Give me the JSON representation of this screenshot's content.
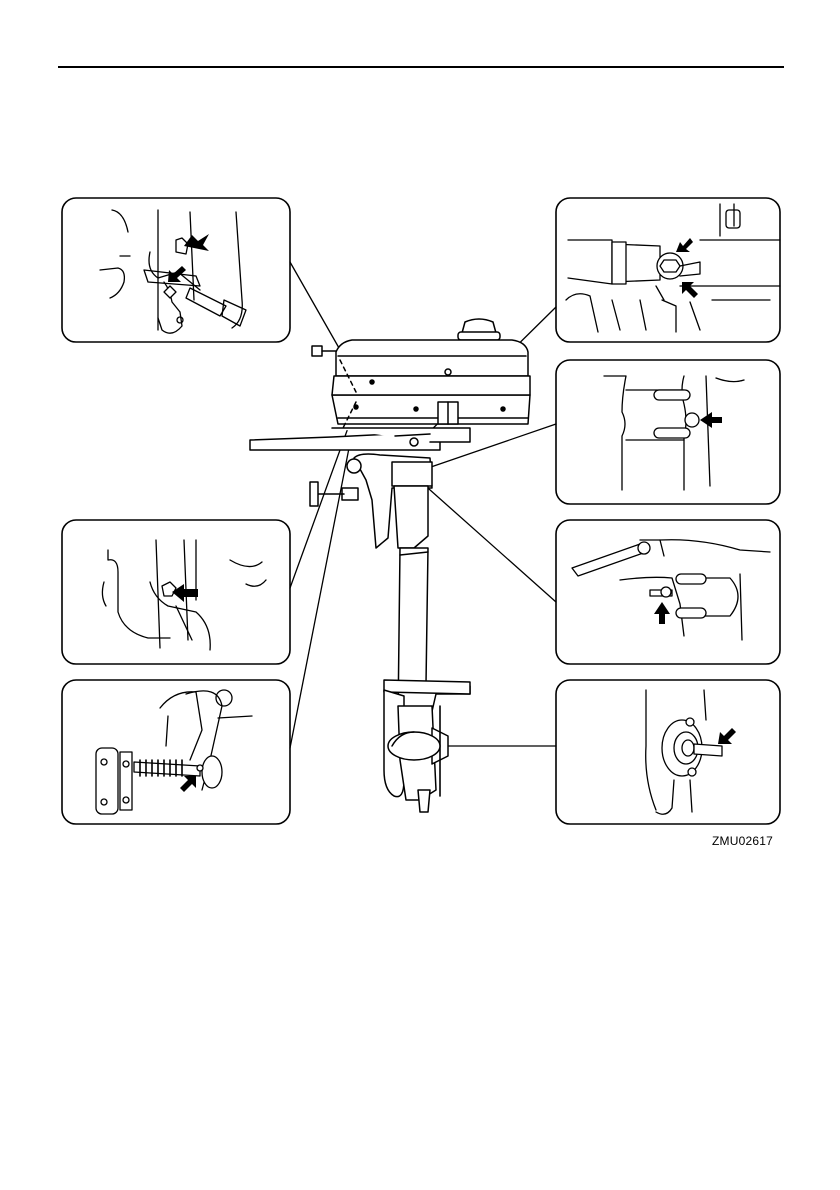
{
  "figure": {
    "code": "ZMU02617",
    "insets": [
      {
        "id": "carburetor-linkage",
        "arrows": 2
      },
      {
        "id": "throttle-pivot",
        "arrows": 1
      },
      {
        "id": "clamp-screw",
        "arrows": 1
      },
      {
        "id": "steering-bolt",
        "arrows": 2
      },
      {
        "id": "swivel-fitting",
        "arrows": 1
      },
      {
        "id": "tilt-lever",
        "arrows": 1
      },
      {
        "id": "propeller-shaft",
        "arrows": 1
      }
    ]
  }
}
